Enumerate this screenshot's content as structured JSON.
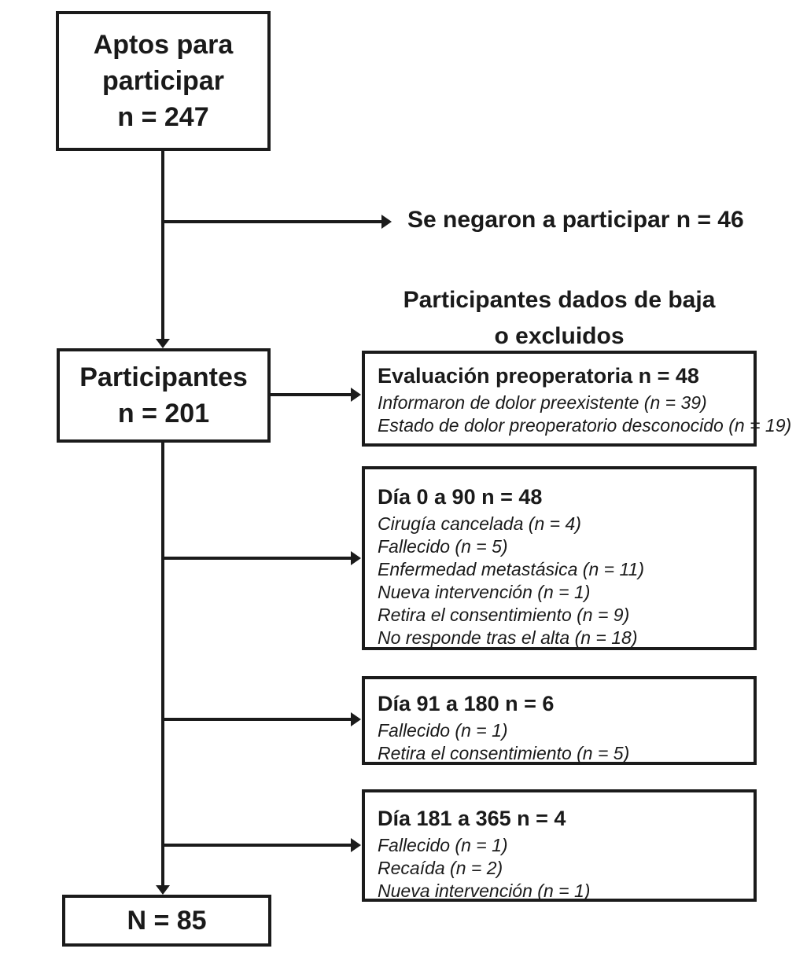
{
  "colors": {
    "ink": "#1a1a1a",
    "border": "#1b1b1b",
    "background": "#ffffff"
  },
  "flow": {
    "eligible_box": {
      "lines": [
        "Aptos para",
        "participar",
        "n = 247"
      ]
    },
    "refused_label": "Se negaron a participar n = 46",
    "dropout_heading": {
      "lines": [
        "Participantes dados de baja",
        "o excluidos"
      ]
    },
    "participants_box": {
      "lines": [
        "Participantes",
        "n = 201"
      ]
    },
    "exclusion_boxes": [
      {
        "title": "Evaluación preoperatoria n = 48",
        "items": [
          "Informaron de dolor preexistente (n = 39)",
          "Estado de dolor preoperatorio desconocido (n = 19)"
        ]
      },
      {
        "title": "Día 0 a 90 n = 48",
        "items": [
          "Cirugía cancelada (n = 4)",
          "Fallecido (n = 5)",
          "Enfermedad metastásica (n = 11)",
          "Nueva intervención (n = 1)",
          "Retira el consentimiento (n = 9)",
          "No responde tras el alta (n = 18)"
        ]
      },
      {
        "title": "Día 91 a 180 n = 6",
        "items": [
          "Fallecido (n = 1)",
          "Retira el consentimiento (n = 5)"
        ]
      },
      {
        "title": "Día 181 a 365 n = 4",
        "items": [
          "Fallecido (n = 1)",
          "Recaída (n = 2)",
          "Nueva intervención (n = 1)"
        ]
      }
    ],
    "final_box": {
      "label": "N = 85"
    }
  }
}
